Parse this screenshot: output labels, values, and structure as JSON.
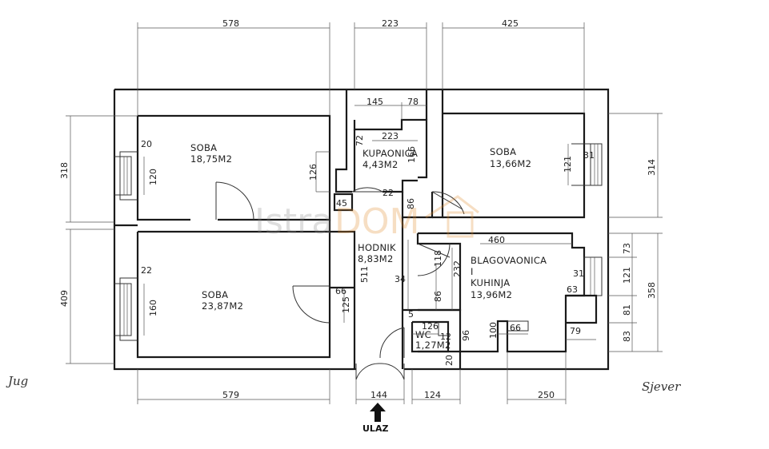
{
  "rooms": {
    "soba_top_left": {
      "name": "SOBA",
      "area": "18,75M2"
    },
    "soba_bottom_left": {
      "name": "SOBA",
      "area": "23,87M2"
    },
    "kupaonica": {
      "name": "KUPAONICA",
      "area": "4,43M2"
    },
    "soba_right": {
      "name": "SOBA",
      "area": "13,66M2"
    },
    "hodnik": {
      "name": "HODNIK",
      "area": "8,83M2"
    },
    "blagovaonica": {
      "line1": "BLAGOVAONICA",
      "line2": "I",
      "line3": "KUHINJA",
      "area": "13,96M2"
    },
    "wc": {
      "name": "WC",
      "area": "1,27M2"
    }
  },
  "dimensions": {
    "top": [
      "578",
      "223",
      "425"
    ],
    "bottom": [
      "579",
      "144",
      "124",
      "250"
    ],
    "left": [
      "318",
      "409"
    ],
    "right": [
      "314",
      "358"
    ],
    "right_segments": [
      "73",
      "121",
      "81",
      "83"
    ],
    "inner": {
      "bath_145": "145",
      "bath_78": "78",
      "bath_223": "223",
      "bath_72": "72",
      "bath_166": "166",
      "bath_22": "22",
      "win_20": "20",
      "win_120": "120",
      "win_22": "22",
      "win_160": "160",
      "wall_126": "126",
      "wall_45": "45",
      "wall_66": "66",
      "wall_125": "125",
      "hall_86": "86",
      "hall_511": "511",
      "hall_34": "34",
      "hall_118": "118",
      "hall_232": "232",
      "hall_86b": "86",
      "hall_5": "5",
      "wc_126": "126",
      "wc_12": "12",
      "wc_96": "96",
      "wc_20": "20",
      "right_121": "121",
      "right_31": "31",
      "kit_460": "460",
      "kit_31": "31",
      "kit_63": "63",
      "kit_66": "66",
      "kit_100": "100",
      "kit_79": "79"
    }
  },
  "orientation": {
    "left": "Jug",
    "right": "Sjever"
  },
  "entrance": "ULAZ",
  "watermark": {
    "part1": "Istra",
    "part2": "DOM"
  }
}
